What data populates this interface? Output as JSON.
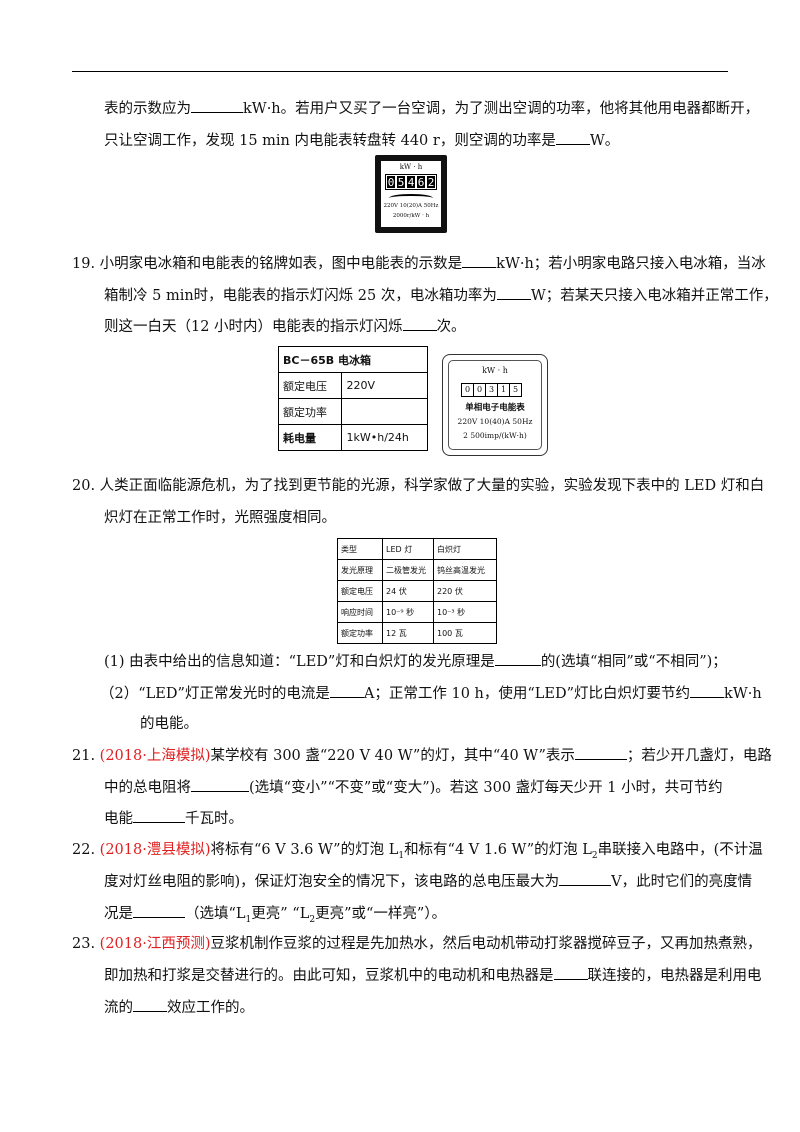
{
  "q18": {
    "line1_a": "表的示数应为",
    "line1_b": "kW·h。若用户又买了一台空调，为了测出空调的功率，他将其他用电器都断开，",
    "line2_a": "只让空调工作，发现 15 min 内电能表转盘转 440 r，则空调的功率是",
    "line2_b": "W。",
    "meter": {
      "unit": "kW · h",
      "digits": [
        "0",
        "5",
        "4",
        "6",
        "2"
      ],
      "spec1": "220V 10(20)A 50Hz",
      "spec2": "2000r/kW · h"
    }
  },
  "q19": {
    "number": "19.",
    "line1_a": "小明家电冰箱和电能表的铭牌如表，图中电能表的示数是",
    "line1_b": "kW·h；若小明家电路只接入电冰箱，当冰",
    "line2_a": "箱制冷 5 min时，电能表的指示灯闪烁 25 次，电冰箱功率为",
    "line2_b": "W；若某天只接入电冰箱并正常工作，",
    "line3_a": "则这一白天（12 小时内）电能表的指示灯闪烁",
    "line3_b": "次。",
    "fridge_table": [
      [
        "BC－65B 电冰箱",
        ""
      ],
      [
        "额定电压",
        "220V"
      ],
      [
        "额定功率",
        ""
      ],
      [
        "耗电量",
        "1kW•h/24h"
      ]
    ],
    "meter": {
      "unit": "kW · h",
      "digits": [
        "0",
        "0",
        "3",
        "1",
        "5"
      ],
      "name": "单相电子电能表",
      "spec1": "220V 10(40)A  50Hz",
      "spec2": "2 500imp/(kW·h)"
    }
  },
  "q20": {
    "number": "20.",
    "line1": "人类正面临能源危机，为了找到更节能的光源，科学家做了大量的实验，实验发现下表中的 LED 灯和白",
    "line2": "炽灯在正常工作时，光照强度相同。",
    "table": {
      "header": [
        "类型",
        "LED 灯",
        "白炽灯"
      ],
      "rows": [
        [
          "发光原理",
          "二极管发光",
          "钨丝高温发光"
        ],
        [
          "额定电压",
          "24 伏",
          "220 伏"
        ],
        [
          "响应时间",
          "10⁻⁹ 秒",
          "10⁻³ 秒"
        ],
        [
          "额定功率",
          "12 瓦",
          "100 瓦"
        ]
      ]
    },
    "sub1_a": "(1) 由表中给出的信息知道：“LED”灯和白炽灯的发光原理是",
    "sub1_b": "的(选填“相同”或“不相同”)；",
    "sub2_a": "（2）“LED”灯正常发光时的电流是",
    "sub2_b": "A；正常工作 10 h，使用“LED”灯比白炽灯要节约",
    "sub2_c": "kW·h",
    "sub2_d": "的电能。"
  },
  "q21": {
    "number": "21.",
    "source": "(2018·上海模拟)",
    "line1_a": "某学校有 300 盏“220 V  40 W”的灯，其中“40 W”表示",
    "line1_b": "；若少开几盏灯，电路",
    "line2_a": "中的总电阻将",
    "line2_b": "(选填“变小”“不变”或“变大”)。若这 300 盏灯每天少开 1 小时，共可节约",
    "line3_a": "电能",
    "line3_b": "千瓦时。"
  },
  "q22": {
    "number": "22.",
    "source": "(2018·澧县模拟)",
    "line1_a": "将标有“6 V  3.6 W”的灯泡 L",
    "line1_b": "和标有“4 V  1.6 W”的灯泡 L",
    "line1_c": "串联接入电路中，(不计温",
    "sub1": "1",
    "sub2": "2",
    "line2_a": "度对灯丝电阻的影响)，保证灯泡安全的情况下，该电路的总电压最大为",
    "line2_b": "V，此时它们的亮度情",
    "line3_a": "况是",
    "line3_b": "（选填“L",
    "line3_c": "更亮” “L",
    "line3_d": "更亮”或“一样亮”）。"
  },
  "q23": {
    "number": "23.",
    "source": "(2018·江西预测)",
    "line1": "豆浆机制作豆浆的过程是先加热水，然后电动机带动打浆器搅碎豆子，又再加热煮熟，",
    "line2_a": "即加热和打浆是交替进行的。由此可知，豆浆机中的电动机和电热器是",
    "line2_b": "联连接的，电热器是利用电",
    "line3_a": "流的",
    "line3_b": "效应工作的。"
  }
}
